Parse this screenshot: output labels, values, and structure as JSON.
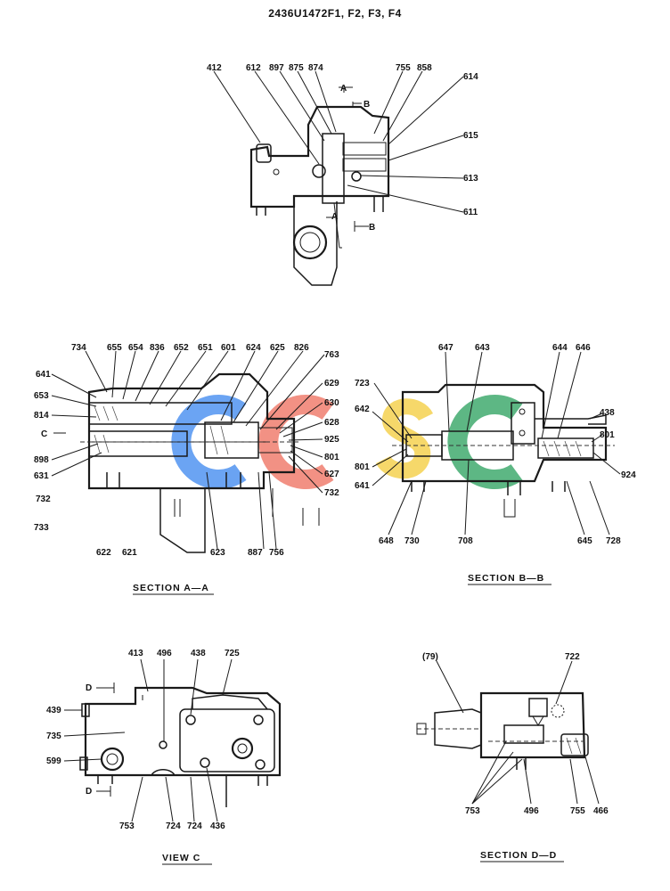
{
  "title": "2436U1472F1, F2, F3, F4",
  "watermark": {
    "letters": [
      "C",
      "C",
      "S",
      "C"
    ],
    "colors": [
      "#4a90f0",
      "#f07a6a",
      "#f5d04a",
      "#3aa86a"
    ]
  },
  "top_view": {
    "labels": [
      "412",
      "612",
      "897",
      "875",
      "874",
      "755",
      "858",
      "614",
      "615",
      "613",
      "611"
    ],
    "section_markers": [
      "A",
      "B",
      "A",
      "B"
    ]
  },
  "section_aa": {
    "caption": "SECTION  A—A",
    "labels": [
      "734",
      "655",
      "654",
      "836",
      "652",
      "651",
      "601",
      "624",
      "625",
      "826",
      "763",
      "641",
      "653",
      "814",
      "C",
      "898",
      "631",
      "732",
      "733",
      "622",
      "621",
      "623",
      "887",
      "756",
      "629",
      "630",
      "628",
      "925",
      "801",
      "627",
      "732"
    ]
  },
  "section_bb": {
    "caption": "SECTION  B—B",
    "labels": [
      "647",
      "643",
      "644",
      "646",
      "723",
      "642",
      "801",
      "641",
      "438",
      "801",
      "924",
      "648",
      "730",
      "708",
      "645",
      "728"
    ]
  },
  "view_c": {
    "caption": "VIEW  C",
    "labels": [
      "413",
      "496",
      "438",
      "725",
      "D",
      "439",
      "735",
      "599",
      "D",
      "753",
      "724",
      "724",
      "436"
    ]
  },
  "section_dd": {
    "caption": "SECTION  D—D",
    "labels": [
      "(79)",
      "722",
      "753",
      "496",
      "755",
      "466"
    ]
  }
}
